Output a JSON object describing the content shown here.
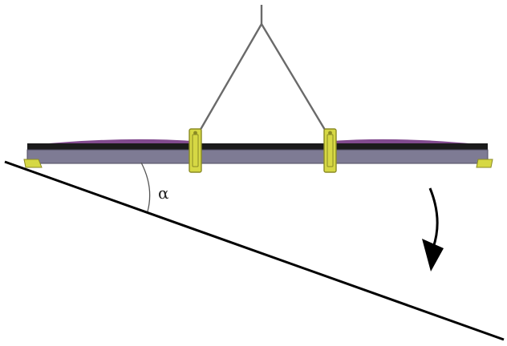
{
  "diagram": {
    "angle_symbol": "α",
    "colors": {
      "background": "#ffffff",
      "beam_face": "#7e7b94",
      "beam_top": "#1b1b1b",
      "beam_edge": "#4e4b60",
      "curvature": "#6b2a7a",
      "clamp_fill": "#d6d844",
      "clamp_stroke": "#8a8a24",
      "sling": "#6a6a6a",
      "slope_line": "#000000",
      "arrow": "#000000"
    },
    "icons": {
      "lifting_hook": "hook-line",
      "rotation_arrow": "curved-arrow-down"
    }
  }
}
